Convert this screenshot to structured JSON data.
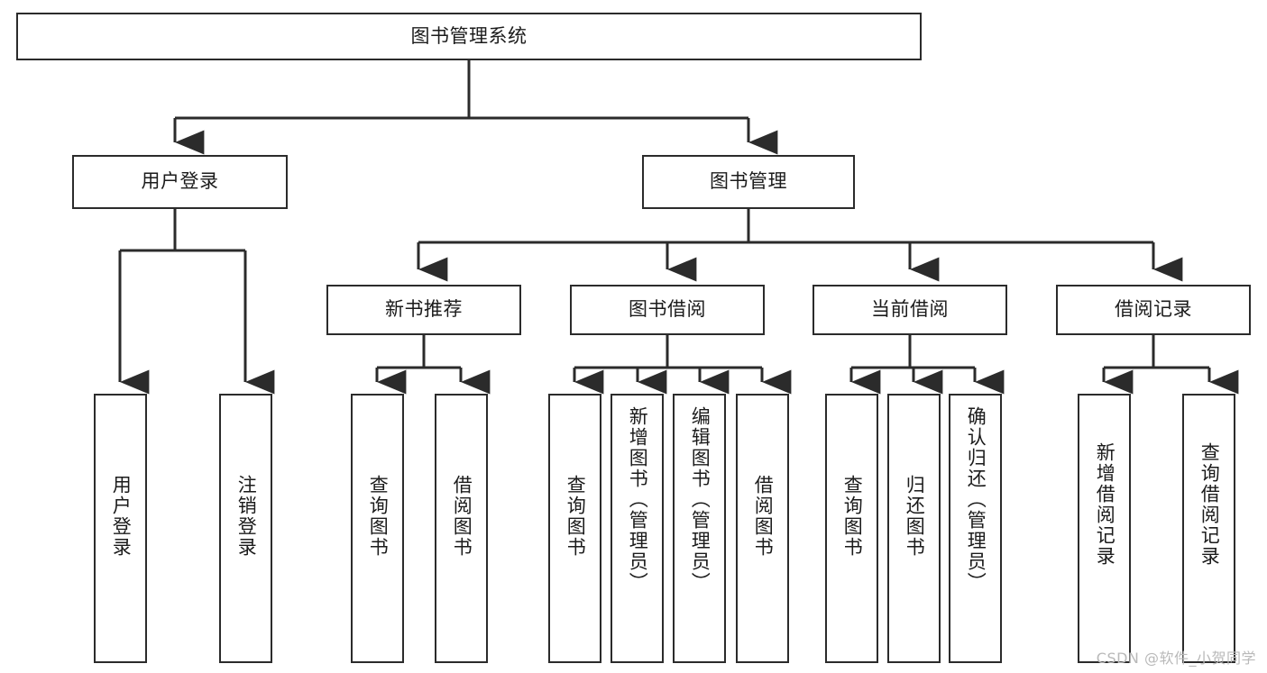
{
  "diagram": {
    "title": "图书管理系统",
    "type": "tree-hierarchy",
    "watermark": "CSDN @软件_小贺同学",
    "colors": {
      "stroke": "#2b2b2b",
      "fill": "#ffffff",
      "text": "#1b1b1b",
      "watermark": "#b9b9b9"
    },
    "levels": {
      "root": "图书管理系统",
      "level2": [
        "用户登录",
        "图书管理"
      ],
      "level3": [
        "新书推荐",
        "图书借阅",
        "当前借阅",
        "借阅记录"
      ]
    },
    "nodes": {
      "root": {
        "label": "图书管理系统"
      },
      "user_login": {
        "label": "用户登录"
      },
      "book_mgmt": {
        "label": "图书管理"
      },
      "new_book_rec": {
        "label": "新书推荐"
      },
      "book_borrow": {
        "label": "图书借阅"
      },
      "current_borrow": {
        "label": "当前借阅"
      },
      "borrow_record": {
        "label": "借阅记录"
      },
      "leaf_user_login": {
        "label": "用户登录"
      },
      "leaf_user_logout": {
        "label": "注销登录"
      },
      "leaf_nbr_query": {
        "label": "查询图书"
      },
      "leaf_nbr_borrow": {
        "label": "借阅图书"
      },
      "leaf_bb_query": {
        "label": "查询图书"
      },
      "leaf_bb_add": {
        "label": "新增图书（管理员）"
      },
      "leaf_bb_edit": {
        "label": "编辑图书（管理员）"
      },
      "leaf_bb_borrow": {
        "label": "借阅图书"
      },
      "leaf_cb_query": {
        "label": "查询图书"
      },
      "leaf_cb_return": {
        "label": "归还图书"
      },
      "leaf_cb_confirm": {
        "label": "确认归还（管理员）"
      },
      "leaf_br_add": {
        "label": "新增借阅记录"
      },
      "leaf_br_query": {
        "label": "查询借阅记录"
      }
    }
  }
}
